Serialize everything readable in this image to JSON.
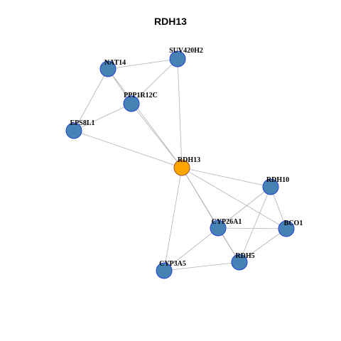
{
  "title": "RDH13",
  "colors": {
    "node_fill": "#4682b4",
    "node_border": "#1f3fd6",
    "center_fill": "#ffa500",
    "edge": "#b0b0b0"
  },
  "center_node": "RDH13",
  "nodes": [
    {
      "id": "NAT14",
      "label": "NAT14"
    },
    {
      "id": "SUV420H2",
      "label": "SUV420H2"
    },
    {
      "id": "PPP1R12C",
      "label": "PPP1R12C"
    },
    {
      "id": "EPS8L1",
      "label": "EPS8L1"
    },
    {
      "id": "RDH13",
      "label": "RDH13"
    },
    {
      "id": "RDH10",
      "label": "RDH10"
    },
    {
      "id": "CYP26A1",
      "label": "CYP26A1"
    },
    {
      "id": "BCO1",
      "label": "BCO1"
    },
    {
      "id": "RDH5",
      "label": "RDH5"
    },
    {
      "id": "CYP3A5",
      "label": "CYP3A5"
    }
  ],
  "edges": [
    [
      "NAT14",
      "SUV420H2"
    ],
    [
      "NAT14",
      "PPP1R12C"
    ],
    [
      "NAT14",
      "EPS8L1"
    ],
    [
      "NAT14",
      "RDH13"
    ],
    [
      "SUV420H2",
      "PPP1R12C"
    ],
    [
      "SUV420H2",
      "RDH13"
    ],
    [
      "PPP1R12C",
      "EPS8L1"
    ],
    [
      "PPP1R12C",
      "RDH13"
    ],
    [
      "EPS8L1",
      "RDH13"
    ],
    [
      "RDH13",
      "RDH10"
    ],
    [
      "RDH13",
      "CYP26A1"
    ],
    [
      "RDH13",
      "BCO1"
    ],
    [
      "RDH13",
      "RDH5"
    ],
    [
      "RDH13",
      "CYP3A5"
    ],
    [
      "RDH10",
      "CYP26A1"
    ],
    [
      "RDH10",
      "BCO1"
    ],
    [
      "RDH10",
      "RDH5"
    ],
    [
      "CYP26A1",
      "BCO1"
    ],
    [
      "CYP26A1",
      "RDH5"
    ],
    [
      "CYP26A1",
      "CYP3A5"
    ],
    [
      "BCO1",
      "RDH5"
    ],
    [
      "RDH5",
      "CYP3A5"
    ]
  ]
}
